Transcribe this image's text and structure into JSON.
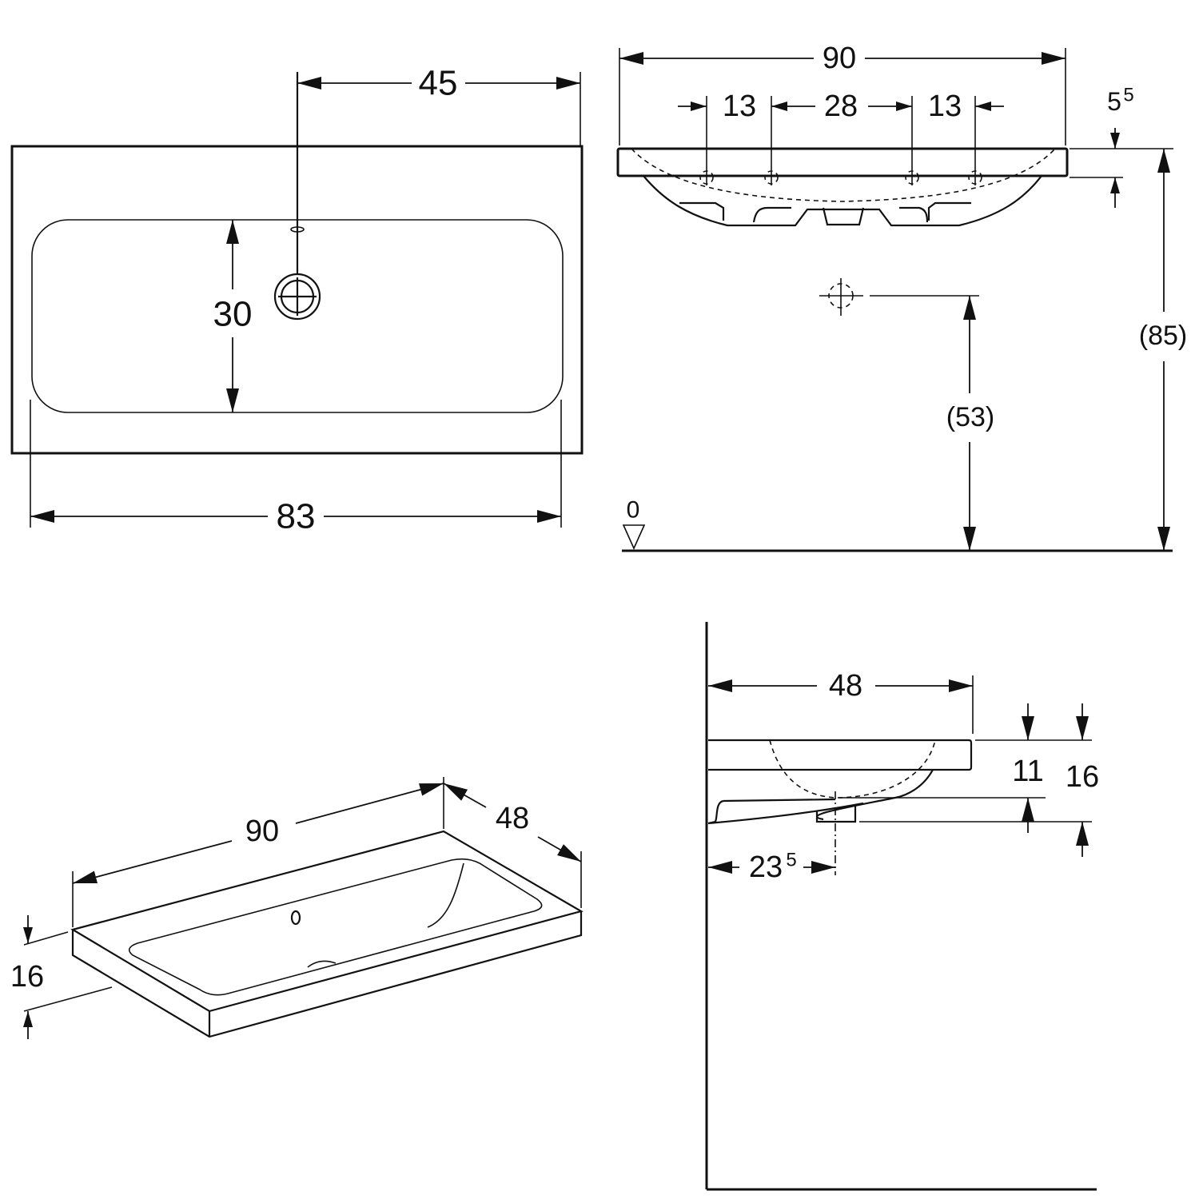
{
  "title": "Washbasin dimension drawing",
  "top_view": {
    "width_to_drain": "45",
    "bowl_depth": "30",
    "inner_width": "83"
  },
  "front_view": {
    "overall_width": "90",
    "tap_spacing_left": "13",
    "tap_spacing_center": "28",
    "tap_spacing_right": "13",
    "rim_thickness_base": "5",
    "rim_thickness_sup": "5",
    "total_height": "(85)",
    "waste_height": "(53)",
    "floor_level": "0"
  },
  "iso_view": {
    "width": "90",
    "depth": "48",
    "height": "16"
  },
  "side_view": {
    "depth": "48",
    "bowl_height": "11",
    "total_height": "16",
    "drain_offset_base": "23",
    "drain_offset_sup": "5"
  },
  "colors": {
    "line": "#111111",
    "background": "#ffffff"
  }
}
